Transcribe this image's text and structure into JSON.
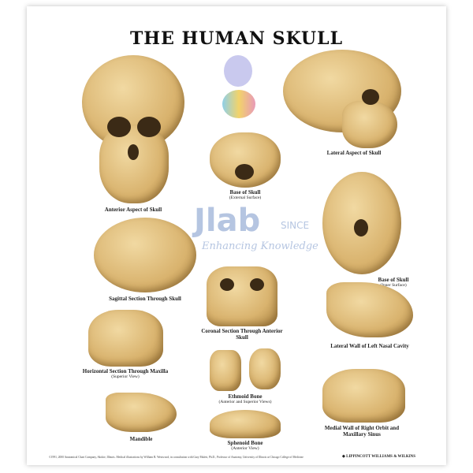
{
  "poster": {
    "title": "THE HUMAN SKULL",
    "sections": [
      {
        "title": "Anterior Aspect of Skull",
        "subtitle": ""
      },
      {
        "title": "Lateral Aspect of Skull",
        "subtitle": ""
      },
      {
        "title": "Base of Skull",
        "subtitle": "(External Surface)"
      },
      {
        "title": "Base of Skull",
        "subtitle": "(Inner Surface)"
      },
      {
        "title": "Sagittal Section Through Skull",
        "subtitle": ""
      },
      {
        "title": "Coronal Section Through Anterior Skull",
        "subtitle": ""
      },
      {
        "title": "Lateral Wall of Left Nasal Cavity",
        "subtitle": ""
      },
      {
        "title": "Horizontal Section Through Maxilla",
        "subtitle": "(Superior View)"
      },
      {
        "title": "Ethmoid Bone",
        "subtitle": "(Anterior and Superior Views)"
      },
      {
        "title": "Mandible",
        "subtitle": ""
      },
      {
        "title": "Sphenoid Bone",
        "subtitle": "(Anterior View)"
      },
      {
        "title": "Medial Wall of Right Orbit and Maxillary Sinus",
        "subtitle": ""
      }
    ],
    "footer": "©1991, 2000 Anatomical Chart Company, Skokie, Illinois. Medical illustrations by William B. Westwood, in consultation with Gary Mulett, Ph.D., Professor of Anatomy, University of Illinois at Chicago College of Medicine",
    "publisher": "LIPPINCOTT WILLIAMS & WILKINS"
  },
  "watermark": {
    "brand": "Jlab",
    "since": "SINCE",
    "tagline": "Enhancing Knowledge"
  },
  "colors": {
    "bone": "#d9b36e",
    "watermark": "#7896c8"
  }
}
